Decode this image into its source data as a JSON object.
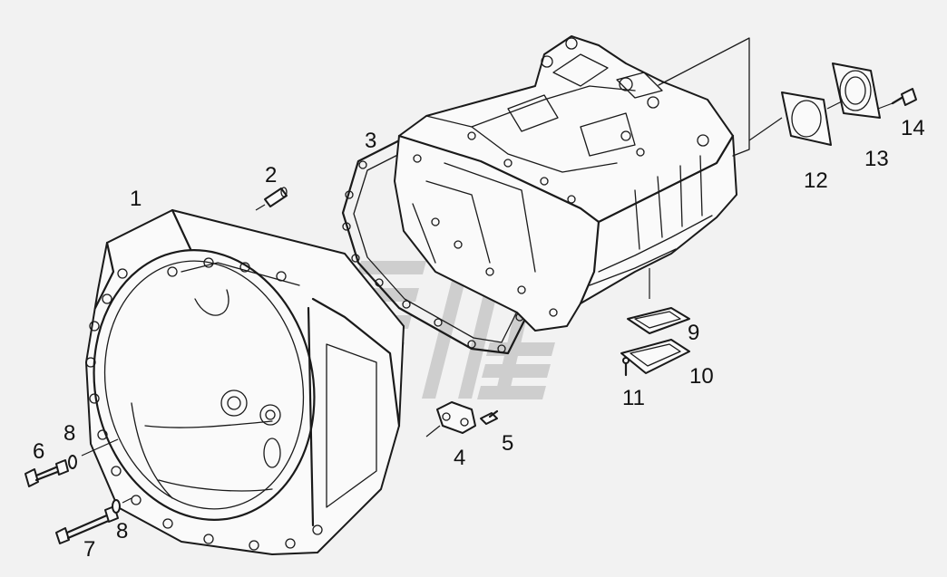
{
  "diagram": {
    "callouts": [
      {
        "id": "1",
        "text": "1"
      },
      {
        "id": "2",
        "text": "2"
      },
      {
        "id": "3",
        "text": "3"
      },
      {
        "id": "4",
        "text": "4"
      },
      {
        "id": "5",
        "text": "5"
      },
      {
        "id": "6",
        "text": "6"
      },
      {
        "id": "7",
        "text": "7"
      },
      {
        "id": "8a",
        "text": "8"
      },
      {
        "id": "8b",
        "text": "8"
      },
      {
        "id": "9",
        "text": "9"
      },
      {
        "id": "10",
        "text": "10"
      },
      {
        "id": "11",
        "text": "11"
      },
      {
        "id": "12",
        "text": "12"
      },
      {
        "id": "13",
        "text": "13"
      },
      {
        "id": "14",
        "text": "14"
      }
    ],
    "colors": {
      "background": "#f2f2f2",
      "line": "#1a1a1a",
      "watermark": "#c8c8c8"
    }
  }
}
